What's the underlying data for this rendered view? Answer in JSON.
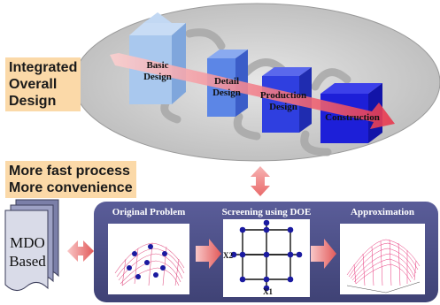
{
  "left_labels": {
    "integrated": [
      "Integrated",
      "Overall",
      "Design"
    ],
    "fast": [
      "More fast process",
      "More convenience"
    ]
  },
  "stages": [
    {
      "line1": "Basic",
      "line2": "Design"
    },
    {
      "line1": "Detail",
      "line2": "Design"
    },
    {
      "line1": "Production",
      "line2": "Design"
    },
    {
      "line1": "Construction",
      "line2": ""
    }
  ],
  "mdo": {
    "line1": "MDO",
    "line2": "Based"
  },
  "panels": [
    {
      "title": "Original Problem"
    },
    {
      "title": "Screening using DOE"
    },
    {
      "title": "Approximation"
    }
  ],
  "doe_axes": {
    "x": "X1",
    "y": "X2"
  },
  "colors": {
    "ellipse": "#d4d4d4",
    "stage_blues": [
      "#a9c8ee",
      "#5c86e6",
      "#2f3fe0",
      "#1d1fd8"
    ],
    "label_bg": "#fbd9a8",
    "panel_bg": "#4c4f86",
    "arrow_pink": "#f28a8a"
  }
}
